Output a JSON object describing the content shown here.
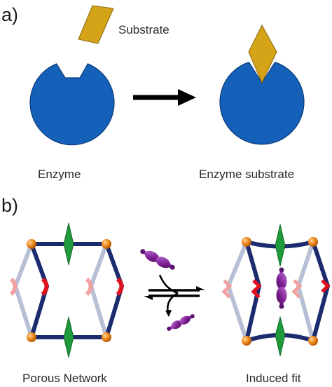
{
  "panel_a": {
    "label": "a)",
    "substrate_label": "Substrate",
    "left_caption": "Enzyme",
    "right_caption": "Enzyme substrate"
  },
  "panel_b": {
    "label": "b)",
    "left_caption": "Porous Network",
    "right_caption": "Induced fit"
  },
  "colors": {
    "enzyme_blue": "#1560b8",
    "substrate_gold": "#d4a317",
    "arrow_black": "#000000",
    "framework_navy": "#1c2a6e",
    "framework_light": "#b6bfd4",
    "node_orange": "#f08a1c",
    "linker_green": "#1f9a3a",
    "hinge_red": "#e0121d",
    "guest_purple": "#7a1c8f"
  }
}
